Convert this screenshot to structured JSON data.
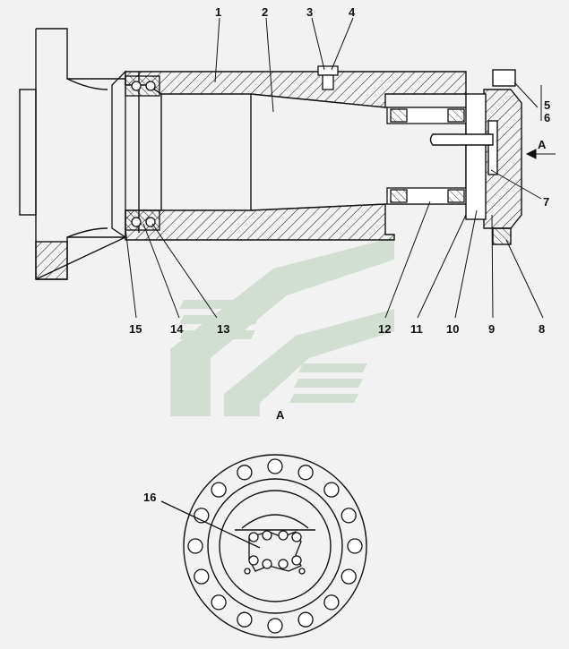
{
  "callouts": [
    "1",
    "2",
    "3",
    "4",
    "5",
    "6",
    "7",
    "8",
    "9",
    "10",
    "11",
    "12",
    "13",
    "14",
    "15",
    "16"
  ],
  "view_arrow_label": "А",
  "section_view_label": "А",
  "colors": {
    "line": "#111111",
    "background": "#f2f2f2",
    "watermark": "#c9d8c9"
  }
}
